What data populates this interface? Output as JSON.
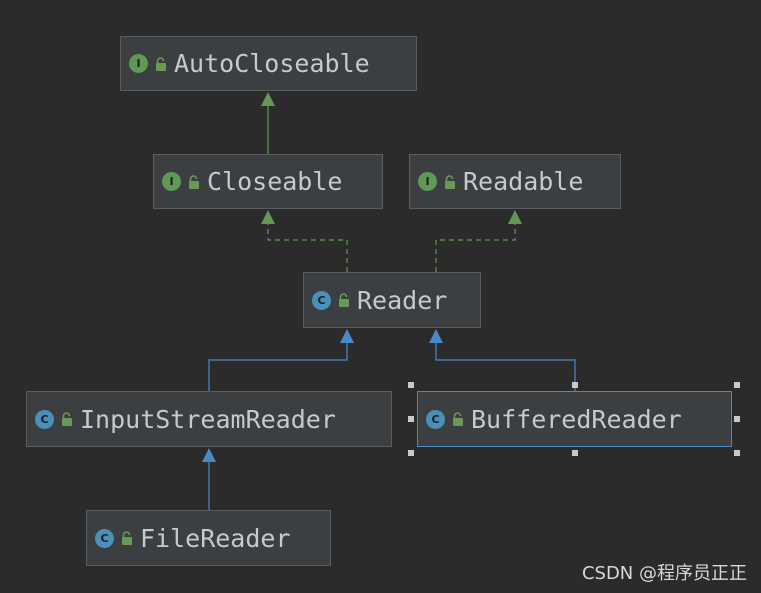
{
  "diagram": {
    "nodes": [
      {
        "id": "autocloseable",
        "label": "AutoCloseable",
        "kind": "interface",
        "badge": "I"
      },
      {
        "id": "closeable",
        "label": "Closeable",
        "kind": "interface",
        "badge": "I"
      },
      {
        "id": "readable",
        "label": "Readable",
        "kind": "interface",
        "badge": "I"
      },
      {
        "id": "reader",
        "label": "Reader",
        "kind": "class",
        "badge": "C"
      },
      {
        "id": "inputstreamreader",
        "label": "InputStreamReader",
        "kind": "class",
        "badge": "C"
      },
      {
        "id": "bufferedreader",
        "label": "BufferedReader",
        "kind": "class",
        "badge": "C",
        "selected": true
      },
      {
        "id": "filereader",
        "label": "FileReader",
        "kind": "class",
        "badge": "C"
      }
    ],
    "edges": [
      {
        "from": "closeable",
        "to": "autocloseable",
        "type": "extends"
      },
      {
        "from": "reader",
        "to": "closeable",
        "type": "implements"
      },
      {
        "from": "reader",
        "to": "readable",
        "type": "implements"
      },
      {
        "from": "inputstreamreader",
        "to": "reader",
        "type": "extends"
      },
      {
        "from": "bufferedreader",
        "to": "reader",
        "type": "extends"
      },
      {
        "from": "filereader",
        "to": "inputstreamreader",
        "type": "extends"
      }
    ],
    "colors": {
      "interface_edge": "#629755",
      "class_edge": "#4a88c7",
      "interface_badge": "#629755",
      "class_badge": "#4a90b8",
      "lock": "#6a9955"
    }
  },
  "watermark": "CSDN @程序员正正"
}
